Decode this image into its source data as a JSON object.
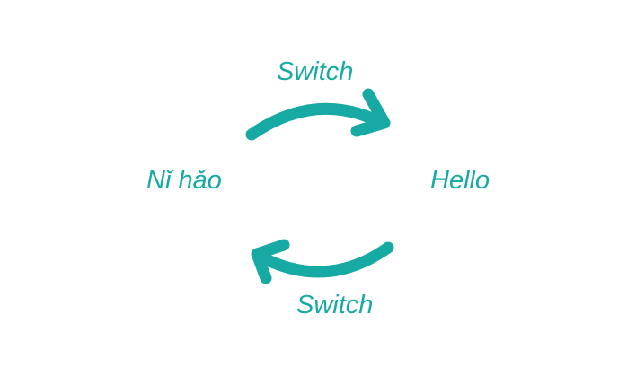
{
  "diagram": {
    "left_label": "Nǐ hǎo",
    "right_label": "Hello",
    "top_arrow_label": "Switch",
    "bottom_arrow_label": "Switch"
  },
  "colors": {
    "accent": "#17aaa5",
    "background": "#ffffff"
  }
}
